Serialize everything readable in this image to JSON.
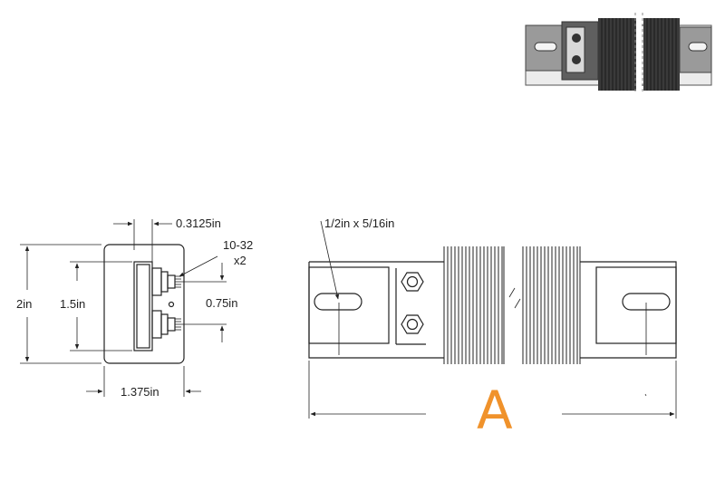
{
  "side_view": {
    "width_top": "0.3125in",
    "thread": "10-32",
    "thread_qty": "x2",
    "height_total": "2in",
    "height_inner": "1.5in",
    "terminal_spacing": "0.75in",
    "width_bottom": "1.375in"
  },
  "front_view": {
    "slot_size": "1/2in x 5/16in",
    "length_label": "A"
  },
  "colors": {
    "line": "#222222",
    "accent": "#f0922b",
    "thumb_body": "#6e6e6e",
    "thumb_fins": "#3a3a3a",
    "thumb_bg": "#e6e6e6"
  }
}
